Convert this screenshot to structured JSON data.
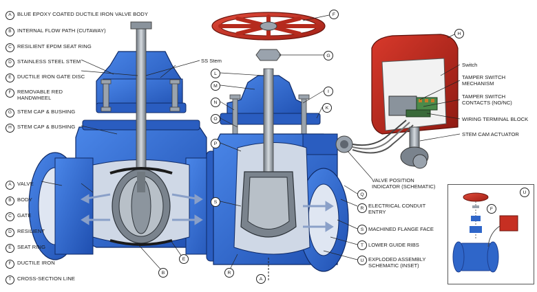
{
  "colors": {
    "body_blue": "#2f66c9",
    "dark_blue": "#1d3f8f",
    "red": "#c62f22",
    "steel": "#9aa3ad",
    "dark_steel": "#5f6670"
  },
  "left_labels_top": [
    {
      "badge": "A",
      "text": "BLUE EPOXY COATED DUCTILE IRON VALVE BODY"
    },
    {
      "badge": "B",
      "text": "INTERNAL FLOW PATH (CUTAWAY)"
    },
    {
      "badge": "C",
      "text": "RESILIENT EPDM SEAT RING"
    },
    {
      "badge": "D",
      "text": "STAINLESS STEEL STEM"
    },
    {
      "badge": "E",
      "text": "DUCTILE IRON GATE DISC"
    },
    {
      "badge": "F",
      "text": "REMOVABLE RED",
      "text2": "HANDWHEEL"
    },
    {
      "badge": "G",
      "text": "STEM CAP & BUSHING"
    },
    {
      "badge": "H",
      "text": "STEM CAP & BUSHING"
    }
  ],
  "left_labels_bottom": [
    {
      "badge": "A",
      "text": "VALVE"
    },
    {
      "badge": "B",
      "text": "BODY"
    },
    {
      "badge": "C",
      "text": "GATE"
    },
    {
      "badge": "D",
      "text": "RESILIENT"
    },
    {
      "badge": "E",
      "text": "SEAT RING"
    },
    {
      "badge": "F",
      "text": "DUCTILE IRON"
    },
    {
      "badge": "T",
      "text": "CROSS-SECTION LINE"
    }
  ],
  "callouts": {
    "ss_stem": "SS Stem",
    "switch": "Switch",
    "tamper_mech": "TAMPER SWITCH\nMECHANISM",
    "tamper_contacts": "TAMPER SWITCH\nCONTACTS (NO/NC)",
    "wiring": "WIRING TERMINAL BLOCK",
    "stem_cam": "STEM CAM ACTUATOR",
    "valve_pos": "VALVE POSITION\nINDICATOR (SCHEMATIC)",
    "conduit": "ELECTRICAL CONDUIT\nENTRY",
    "flange": "MACHINED FLANGE FACE",
    "ribs": "LOWER GUIDE RIBS",
    "exploded": "EXPLODED ASSEMBLY\nSCHEMATIC (INSET)"
  },
  "badges": {
    "F": "F",
    "G": "G",
    "H": "H",
    "L": "L",
    "M": "M",
    "N": "N",
    "O": "O",
    "P": "P",
    "I": "I",
    "K": "K",
    "Q": "Q",
    "R": "R",
    "S": "S",
    "T": "T",
    "U": "U",
    "A": "A",
    "B": "B",
    "E": "E"
  }
}
